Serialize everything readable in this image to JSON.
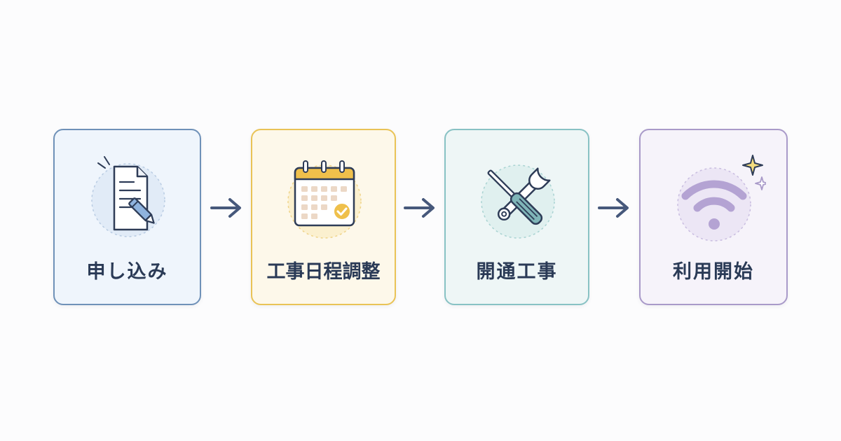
{
  "steps": [
    {
      "label": "申し込み",
      "icon": "application-form-icon",
      "accent": "#6f91b8"
    },
    {
      "label": "工事日程調整",
      "icon": "calendar-check-icon",
      "accent": "#e9c356"
    },
    {
      "label": "開通工事",
      "icon": "tools-icon",
      "accent": "#88c2c4"
    },
    {
      "label": "利用開始",
      "icon": "wifi-icon",
      "accent": "#a99ac9"
    }
  ],
  "connector_icon": "arrow-right-icon"
}
